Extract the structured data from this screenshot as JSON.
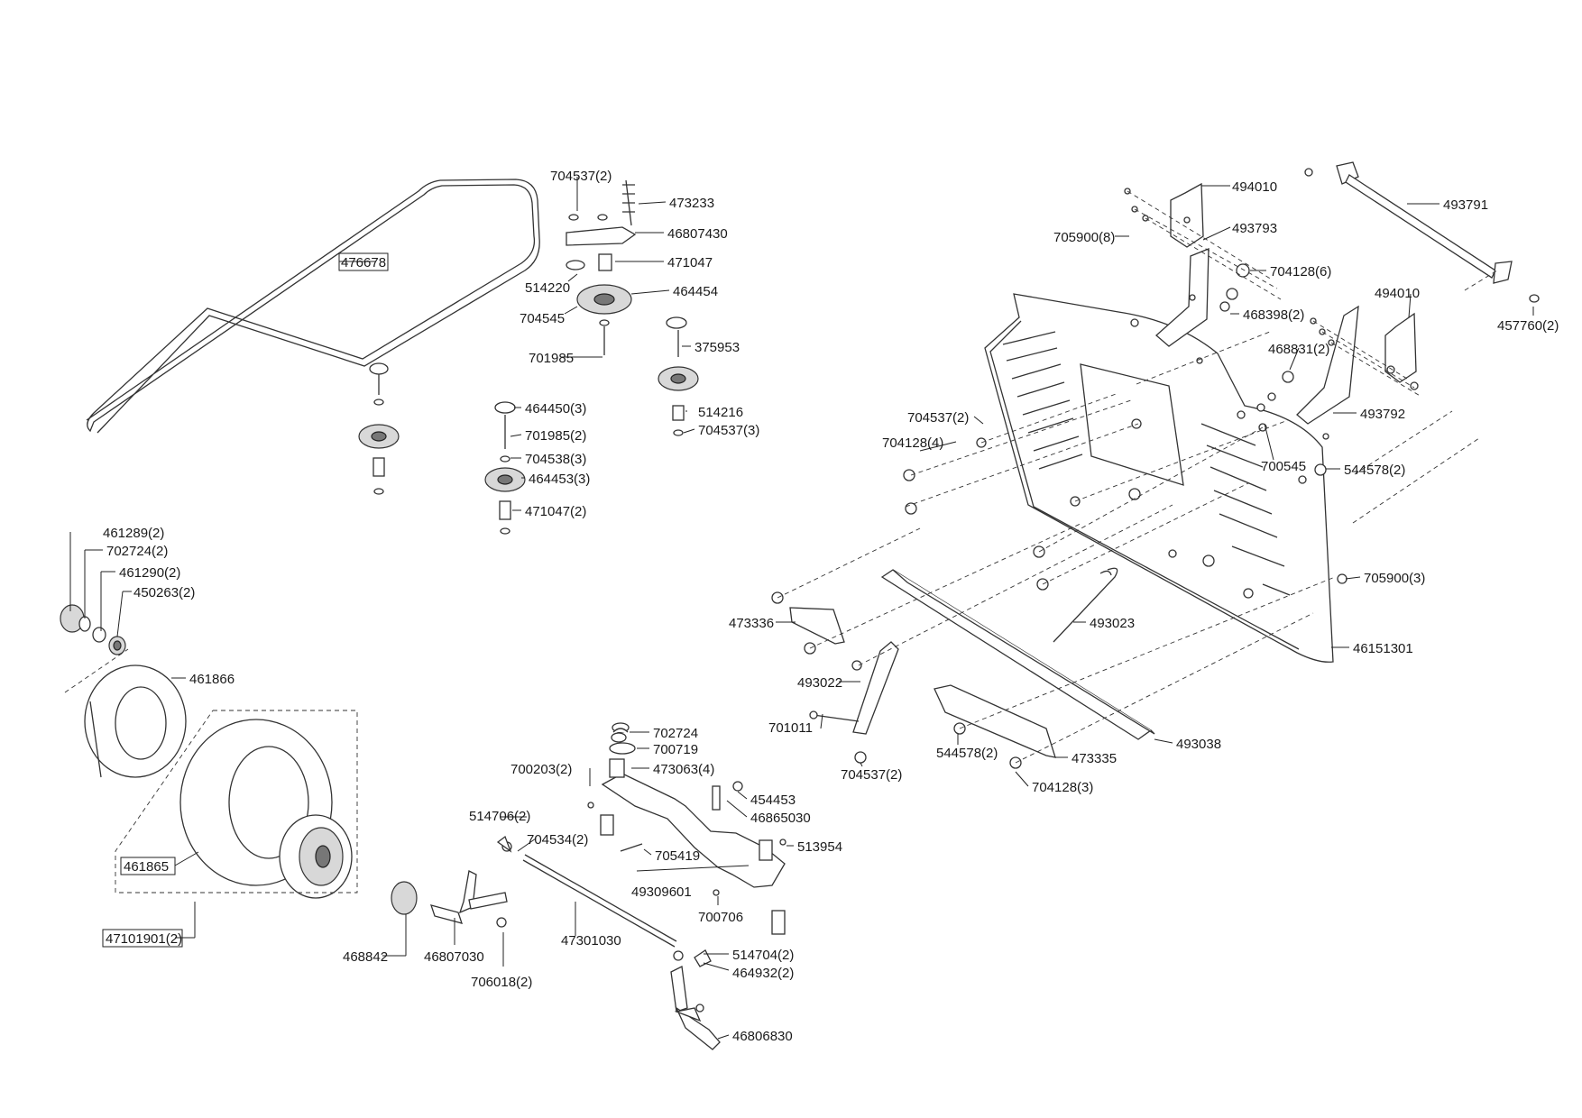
{
  "labels": {
    "p476678": "476678",
    "p704537_2a": "704537(2)",
    "p473233": "473233",
    "p46807430": "46807430",
    "p471047": "471047",
    "p514220": "514220",
    "p464454": "464454",
    "p704545": "704545",
    "p701985": "701985",
    "p375953": "375953",
    "p514216": "514216",
    "p704537_3": "704537(3)",
    "p464450_3": "464450(3)",
    "p701985_2": "701985(2)",
    "p704538_3": "704538(3)",
    "p464453_3": "464453(3)",
    "p471047_2": "471047(2)",
    "p494010a": "494010",
    "p493791": "493791",
    "p705900_8": "705900(8)",
    "p493793": "493793",
    "p704128_6": "704128(6)",
    "p468398_2": "468398(2)",
    "p494010b": "494010",
    "p457760_2": "457760(2)",
    "p468831_2": "468831(2)",
    "p493792": "493792",
    "p704537_2b": "704537(2)",
    "p704128_4": "704128(4)",
    "p700545": "700545",
    "p544578_2a": "544578(2)",
    "p705900_3": "705900(3)",
    "p461289_2": "461289(2)",
    "p702724_2": "702724(2)",
    "p461290_2": "461290(2)",
    "p450263_2": "450263(2)",
    "p461866": "461866",
    "p461865": "461865",
    "p47101901_2": "47101901(2)",
    "p473336": "473336",
    "p493023": "493023",
    "p46151301": "46151301",
    "p493022": "493022",
    "p701011": "701011",
    "p704537_2c": "704537(2)",
    "p544578_2b": "544578(2)",
    "p473335": "473335",
    "p493038": "493038",
    "p704128_3": "704128(3)",
    "p702724": "702724",
    "p700719": "700719",
    "p473063_4": "473063(4)",
    "p700203_2": "700203(2)",
    "p454453": "454453",
    "p46865030": "46865030",
    "p514706_2": "514706(2)",
    "p704534_2": "704534(2)",
    "p513954": "513954",
    "p705419": "705419",
    "p49309601": "49309601",
    "p700706": "700706",
    "p468842": "468842",
    "p46807030": "46807030",
    "p47301030": "47301030",
    "p706018_2": "706018(2)",
    "p514704_2": "514704(2)",
    "p464932_2": "464932(2)",
    "p46806830": "46806830"
  },
  "colors": {
    "line": "#333333",
    "text": "#1a1a1a",
    "fill_light": "#d8d8d8",
    "fill_dark": "#777777"
  }
}
